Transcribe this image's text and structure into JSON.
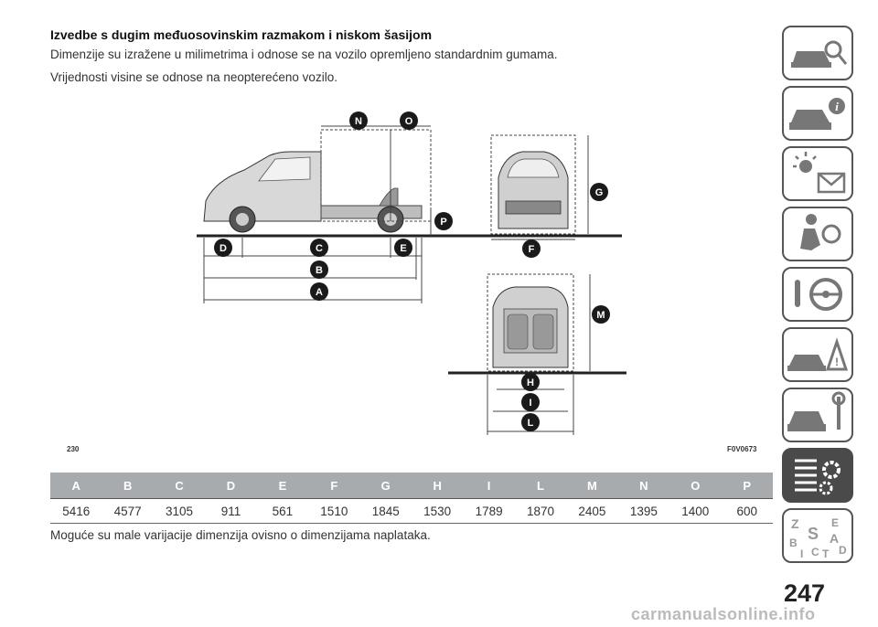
{
  "heading": "Izvedbe s dugim međuosovinskim razmakom i niskom šasijom",
  "paragraphs": [
    "Dimenzije su izražene u milimetrima i odnose se na vozilo opremljeno standardnim gumama.",
    "Vrijednosti visine se odnose na neopterećeno vozilo."
  ],
  "figure": {
    "code_left": "230",
    "code_right": "F0V0673",
    "markers": [
      "N",
      "O",
      "P",
      "D",
      "C",
      "E",
      "B",
      "A",
      "F",
      "G",
      "M",
      "H",
      "I",
      "L"
    ]
  },
  "table": {
    "headers": [
      "A",
      "B",
      "C",
      "D",
      "E",
      "F",
      "G",
      "H",
      "I",
      "L",
      "M",
      "N",
      "O",
      "P"
    ],
    "values": [
      "5416",
      "4577",
      "3105",
      "911",
      "561",
      "1510",
      "1845",
      "1530",
      "1789",
      "1870",
      "2405",
      "1395",
      "1400",
      "600"
    ]
  },
  "note": "Moguće su male varijacije dimenzija ovisno o dimenzijama naplataka.",
  "side_tabs": [
    {
      "icon": "car-search-icon",
      "active": false
    },
    {
      "icon": "car-info-icon",
      "active": false
    },
    {
      "icon": "warning-light-icon",
      "active": false
    },
    {
      "icon": "seat-airbag-icon",
      "active": false
    },
    {
      "icon": "steering-wheel-icon",
      "active": false
    },
    {
      "icon": "car-breakdown-icon",
      "active": false
    },
    {
      "icon": "car-maintenance-icon",
      "active": false
    },
    {
      "icon": "technical-data-icon",
      "active": true
    },
    {
      "icon": "alphabetical-index-icon",
      "active": false
    }
  ],
  "page_number": "247",
  "watermark": "carmanualsonline.info",
  "colors": {
    "header_bg": "#a7abae",
    "marker": "#1a1a1a",
    "active_tab": "#4a4a4a"
  }
}
